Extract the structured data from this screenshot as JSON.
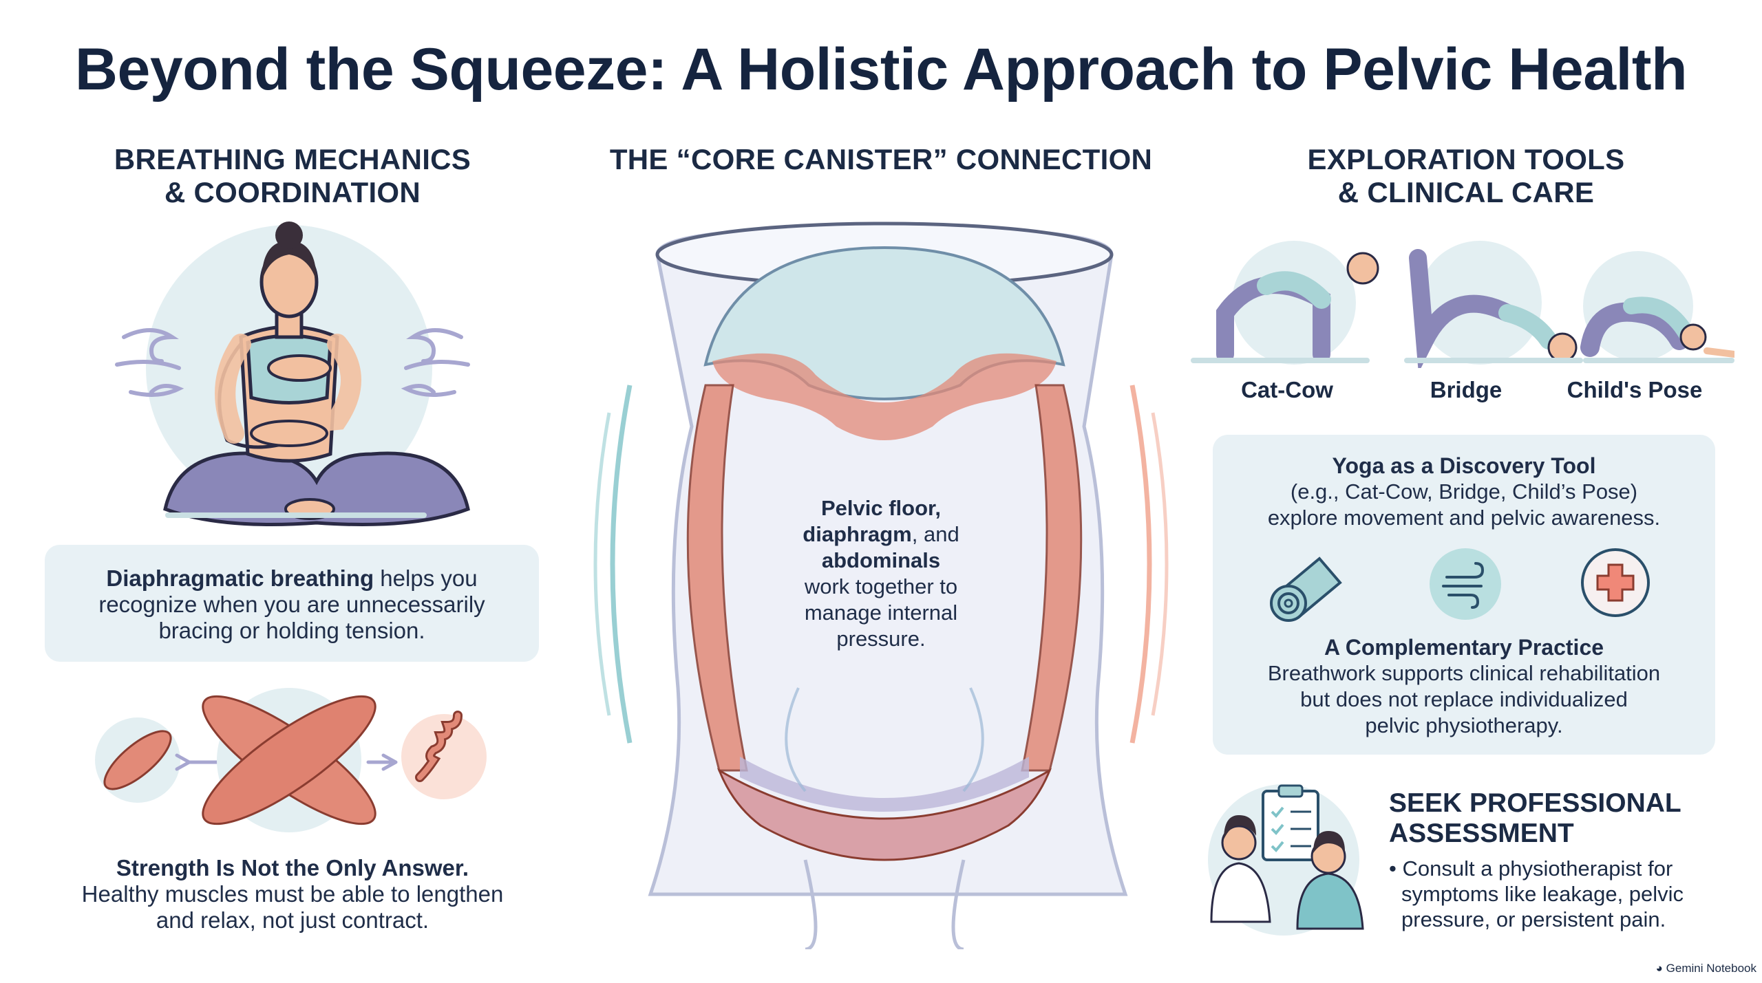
{
  "title": "Beyond the Squeeze: A Holistic Approach to Pelvic Health",
  "breathing": {
    "heading_line1": "BREATHING MECHANICS",
    "heading_line2": "& COORDINATION",
    "card_bold": "Diaphragmatic breathing",
    "card_rest_line1": " helps you",
    "card_line2": "recognize when you are unnecessarily",
    "card_line3": "bracing or holding tension.",
    "strength_title": "Strength Is Not the Only Answer.",
    "strength_line1": "Healthy muscles must be able to lengthen",
    "strength_line2": "and relax, not just contract."
  },
  "canister": {
    "heading": "THE “CORE CANISTER” CONNECTION",
    "text_bold1": "Pelvic floor,",
    "text_bold2": "diaphragm",
    "text_and": ", and",
    "text_bold3": "abdominals",
    "text_line4": "work together to",
    "text_line5": "manage internal",
    "text_line6": "pressure."
  },
  "exploration": {
    "heading_line1": "EXPLORATION TOOLS",
    "heading_line2": "& CLINICAL CARE",
    "poses": [
      "Cat-Cow",
      "Bridge",
      "Child's Pose"
    ],
    "yoga_title": "Yoga as a Discovery Tool",
    "yoga_line1": "(e.g., Cat-Cow, Bridge, Child’s Pose)",
    "yoga_line2": "explore movement and pelvic awareness.",
    "practice_title": "A Complementary Practice",
    "practice_line1": "Breathwork supports clinical rehabilitation",
    "practice_line2": "but does not replace individualized",
    "practice_line3": "pelvic physiotherapy.",
    "seek_title_line1": "SEEK PROFESSIONAL",
    "seek_title_line2": "ASSESSMENT",
    "seek_line1": "• Consult a physiotherapist for",
    "seek_line2": "symptoms like leakage, pelvic",
    "seek_line3": "pressure, or persistent pain."
  },
  "watermark": "Gemini Notebook",
  "colors": {
    "navy": "#15243f",
    "card": "#e8f1f5",
    "muscle": "#e28a78",
    "teal": "#7fc3c8",
    "lavender": "#9b97c4"
  },
  "icons": [
    "yoga-mat-icon",
    "breath-wind-icon",
    "medical-cross-icon",
    "clipboard-icon"
  ]
}
